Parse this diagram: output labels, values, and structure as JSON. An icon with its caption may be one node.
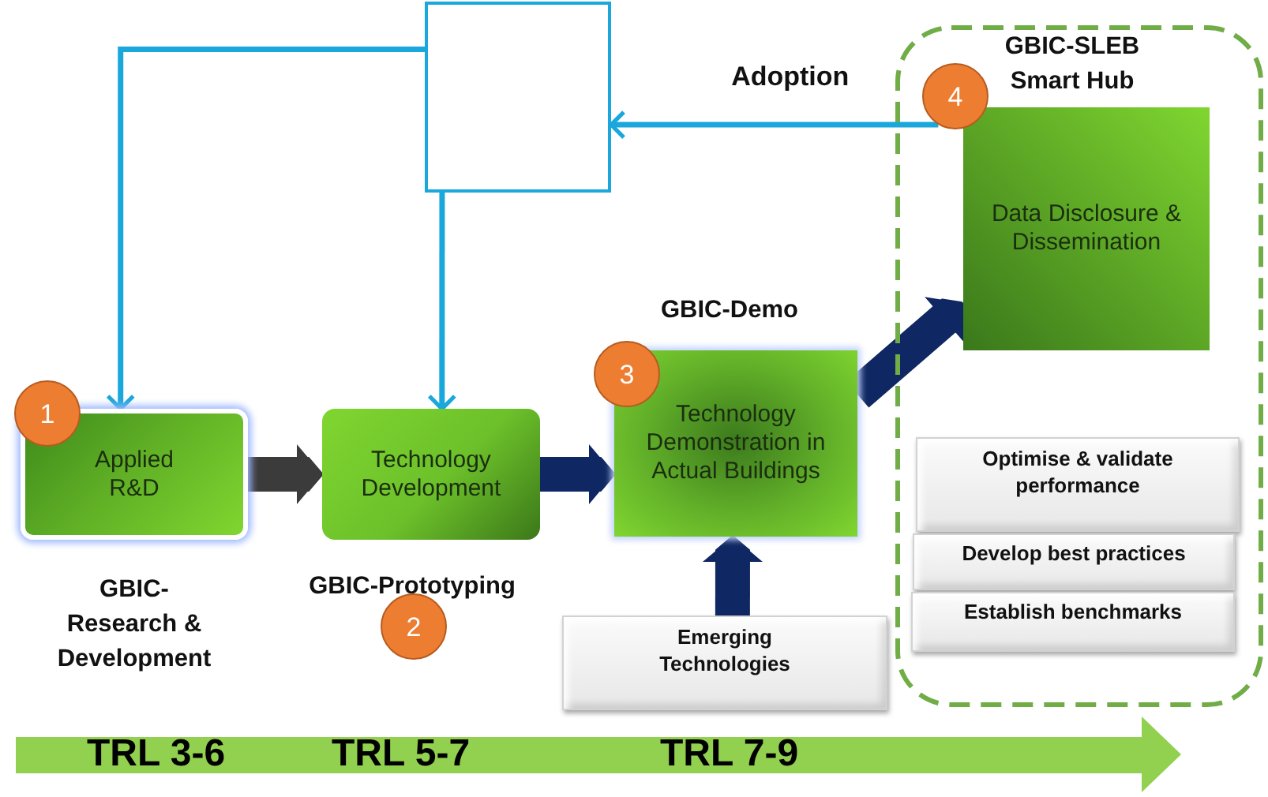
{
  "diagram": {
    "nodes": [
      {
        "text": [],
        "shape": "box"
      },
      {
        "text": [
          "GBIC-SLEB Smart Hub"
        ]
      },
      {
        "text": [
          "4"
        ],
        "in": 1
      },
      {
        "text": [
          "Data Disclosure & Dissemination"
        ],
        "in": 1
      },
      {
        "text": [
          "1"
        ]
      },
      {
        "text": [
          "Applied R&D"
        ],
        "beside": [
          "GBIC- Research & Development"
        ]
      },
      {
        "text": [
          "Technology Development"
        ]
      },
      {
        "text": [
          "2"
        ]
      },
      {
        "text": [
          "3"
        ]
      },
      {
        "text": [
          "Technology Demonstration in Actual Buildings"
        ],
        "beside": [
          "GBIC-Demo"
        ]
      },
      {
        "text": [
          "Optimise & validate performance"
        ],
        "in": 1
      },
      {
        "text": [
          "Develop best practices"
        ],
        "in": 1
      },
      {
        "text": [
          "Establish benchmarks"
        ],
        "in": 1
      },
      {
        "text": [
          "Emerging Technologies"
        ]
      },
      {
        "text": [
          "TRL 3-6",
          "TRL 5-7",
          "TRL 7-9"
        ]
      }
    ],
    "edges": [
      {
        "from": 0,
        "to": 5,
        "arrow": "to",
        "color": "#1aa7dc"
      },
      {
        "from": 0,
        "to": 6,
        "arrow": "to",
        "color": "#1aa7dc"
      },
      {
        "from": 2,
        "to": 0,
        "arrow": "to",
        "label": "Adoption",
        "color": "#1aa7dc"
      },
      {
        "from": 5,
        "to": 6,
        "arrow": "to",
        "color": "#3b3b3b"
      },
      {
        "from": 6,
        "to": 9,
        "arrow": "to",
        "color": "#0f2762"
      },
      {
        "from": 13,
        "to": 9,
        "arrow": "to",
        "color": "#0f2762"
      },
      {
        "from": 9,
        "to": 3,
        "arrow": "to",
        "color": "#0f2762"
      }
    ],
    "labels": [
      "GBIC-Prototyping"
    ]
  }
}
